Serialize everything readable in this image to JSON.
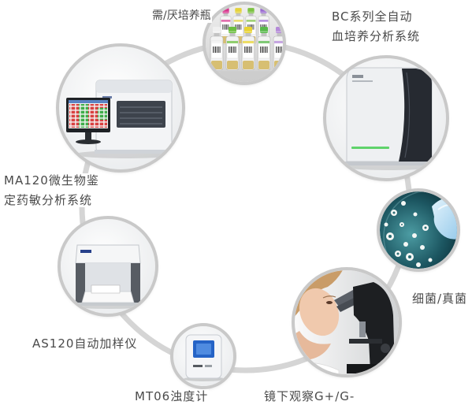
{
  "colors": {
    "ring": "#d5d5d5",
    "node_border": "#c9c9c9",
    "label_text": "#4a4a4a"
  },
  "nodes": {
    "culture_bottles": {
      "label": [
        "需/厌培养瓶"
      ]
    },
    "bc_analyzer": {
      "label": [
        "BC系列全自动",
        "血培养分析系统"
      ]
    },
    "bacteria_fungi": {
      "label": [
        "细菌/真菌"
      ]
    },
    "microscopy": {
      "label": [
        "镜下观察G+/G-"
      ]
    },
    "mt06_turbidimeter": {
      "label": [
        "MT06浊度计"
      ]
    },
    "as120_sampler": {
      "label": [
        "AS120自动加样仪"
      ]
    },
    "ma120_system": {
      "label": [
        "MA120微生物鉴",
        "定药敏分析系统"
      ]
    }
  }
}
